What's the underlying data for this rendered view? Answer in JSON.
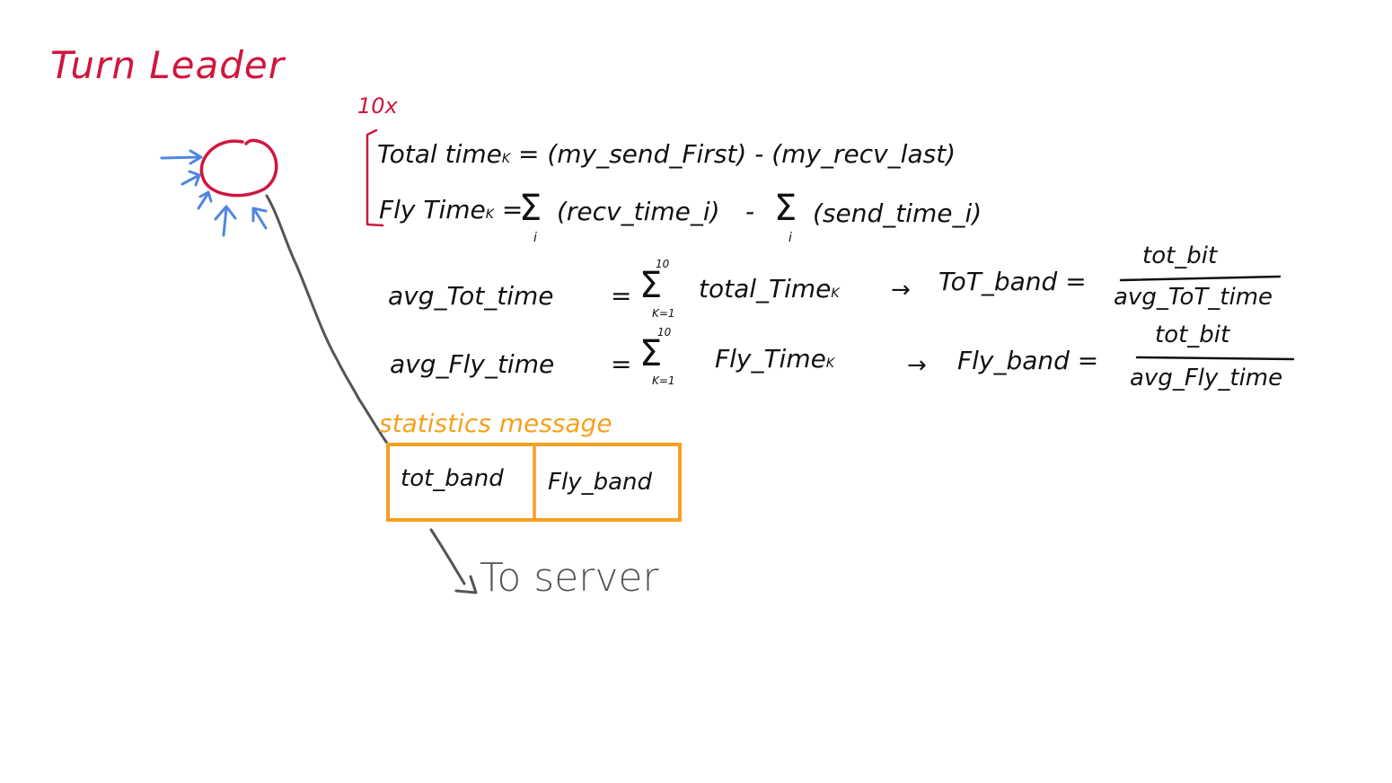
{
  "title": "Turn Leader",
  "repeat_label": "10x",
  "formulas": {
    "total_time": {
      "lhs": "Total time",
      "sub": "K",
      "rhs": "= (my_send_First) - (my_recv_last)"
    },
    "fly_time": {
      "lhs": "Fly Time",
      "sub": "K",
      "eq": "=",
      "sum_symbol": "Σ",
      "sum_index": "i",
      "term1": "(recv_time_i)",
      "minus": "-",
      "sum_index2": "i",
      "term2": "(send_time_i)"
    },
    "avg_tot": {
      "lhs": "avg_Tot_time",
      "eq": "=",
      "sum_symbol": "Σ",
      "upper": "10",
      "lower": "K=1",
      "term": "total_Time",
      "term_sub": "K",
      "arrow": "→",
      "result": "ToT_band =",
      "numerator": "tot_bit",
      "denominator": "avg_ToT_time"
    },
    "avg_fly": {
      "lhs": "avg_Fly_time",
      "eq": "=",
      "sum_symbol": "Σ",
      "upper": "10",
      "lower": "K=1",
      "term": "Fly_Time",
      "term_sub": "K",
      "arrow": "→",
      "result": "Fly_band =",
      "numerator": "tot_bit",
      "denominator": "avg_Fly_time"
    }
  },
  "message": {
    "label": "statistics message",
    "cells": [
      "tot_band",
      "Fly_band"
    ],
    "destination": "To server"
  },
  "colors": {
    "title": "#d0163e",
    "node": "#d0163e",
    "arrows": "#4f86e0",
    "ink": "#111111",
    "message": "#f5a020",
    "connector": "#555555"
  }
}
